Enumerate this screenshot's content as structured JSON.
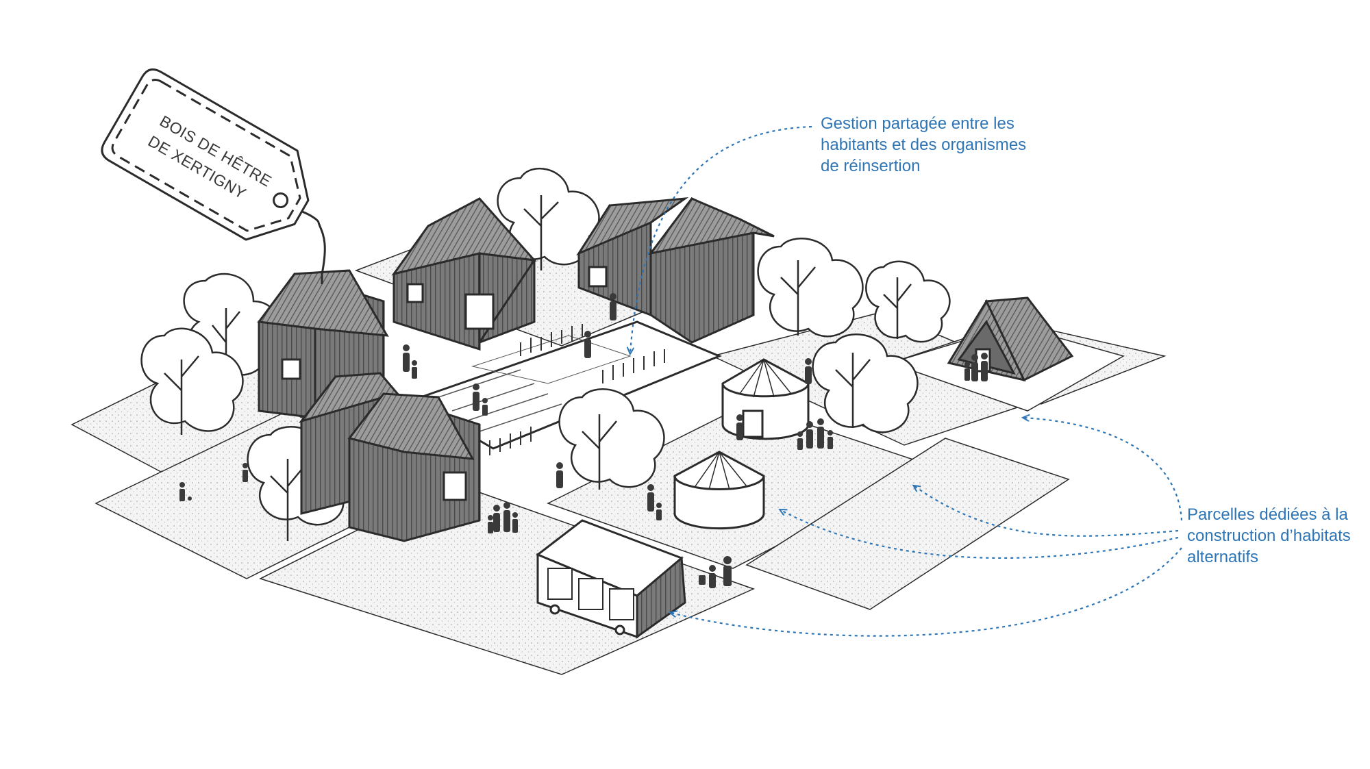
{
  "tag": {
    "line1": "BOIS DE HÊTRE",
    "line2": "DE XERTIGNY"
  },
  "annotations": {
    "shared_management": "Gestion partagée entre les\nhabitants et des organismes\nde réinsertion",
    "plots": "Parcelles dédiées à la\nconstruction d’habitats\nalternatifs"
  },
  "colors": {
    "annotation": "#2e75b6",
    "house_fill": "#6f6f6f",
    "roof_fill": "#8a8a8a",
    "outline": "#2b2b2b",
    "ground": "#f1f1f1"
  }
}
